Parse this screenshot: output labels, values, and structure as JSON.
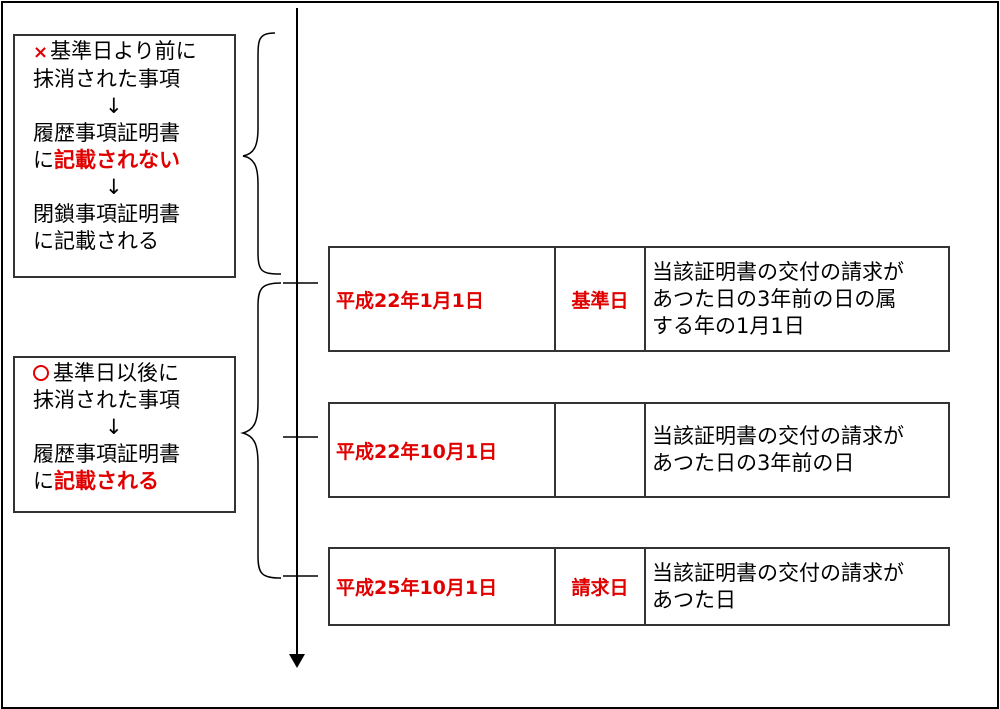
{
  "note_excluded": {
    "mark": "×",
    "lines": [
      "基準日より前に",
      "抹消された事項"
    ],
    "arrow1": "↓",
    "line3": "履歴事項証明書",
    "line4_prefix": "に",
    "line4_emph": "記載されない",
    "arrow2": "↓",
    "line5": "閉鎖事項証明書",
    "line6": "に記載される"
  },
  "note_included": {
    "mark": "○",
    "lines": [
      "基準日以後に",
      "抹消された事項"
    ],
    "arrow1": "↓",
    "line3": "履歴事項証明書",
    "line4_prefix": "に",
    "line4_emph": "記載される"
  },
  "timeline_rows": [
    {
      "date": "平成22年1月1日",
      "label": "基準日",
      "desc": [
        "当該証明書の交付の請求が",
        "あつた日の3年前の日の属",
        "する年の1月1日"
      ]
    },
    {
      "date": "平成22年10月1日",
      "label": "",
      "desc": [
        "当該証明書の交付の請求が",
        "あつた日の3年前の日"
      ]
    },
    {
      "date": "平成25年10月1日",
      "label": "請求日",
      "desc": [
        "当該証明書の交付の請求が",
        "あつた日"
      ]
    }
  ],
  "colors": {
    "emphasis": "#e00000",
    "line": "#000000"
  }
}
